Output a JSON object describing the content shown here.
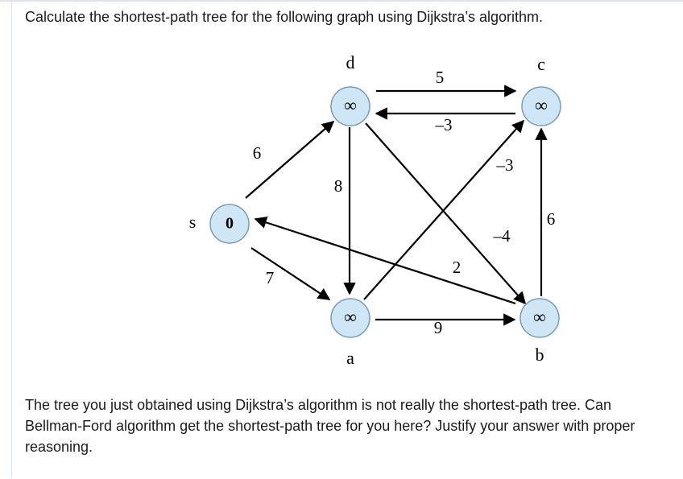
{
  "text": {
    "question": "Calculate the shortest-path tree for the following graph using Dijkstra’s algorithm.",
    "followup": "The tree you just obtained using Dijkstra’s algorithm is not really the shortest-path tree. Can Bellman-Ford algorithm get the shortest-path tree for you here? Justify your answer with proper reasoning."
  },
  "colors": {
    "node_fill": "#cfe6f7",
    "node_stroke": "#7a9ab5",
    "edge": "#000000"
  },
  "graph": {
    "nodes": [
      {
        "id": "s",
        "label": "s",
        "value": "0"
      },
      {
        "id": "d",
        "label": "d",
        "value": "∞"
      },
      {
        "id": "c",
        "label": "c",
        "value": "∞"
      },
      {
        "id": "a",
        "label": "a",
        "value": "∞"
      },
      {
        "id": "b",
        "label": "b",
        "value": "∞"
      }
    ],
    "edges": [
      {
        "from": "s",
        "to": "d",
        "weight": "6"
      },
      {
        "from": "s",
        "to": "a",
        "weight": "7"
      },
      {
        "from": "d",
        "to": "c",
        "weight": "5"
      },
      {
        "from": "c",
        "to": "d",
        "weight": "–3"
      },
      {
        "from": "d",
        "to": "a",
        "weight": "8"
      },
      {
        "from": "d",
        "to": "b",
        "weight": "–4"
      },
      {
        "from": "a",
        "to": "c",
        "weight": "–3"
      },
      {
        "from": "a",
        "to": "b",
        "weight": "9"
      },
      {
        "from": "b",
        "to": "c",
        "weight": "6"
      },
      {
        "from": "b",
        "to": "s",
        "weight": "2"
      }
    ]
  }
}
